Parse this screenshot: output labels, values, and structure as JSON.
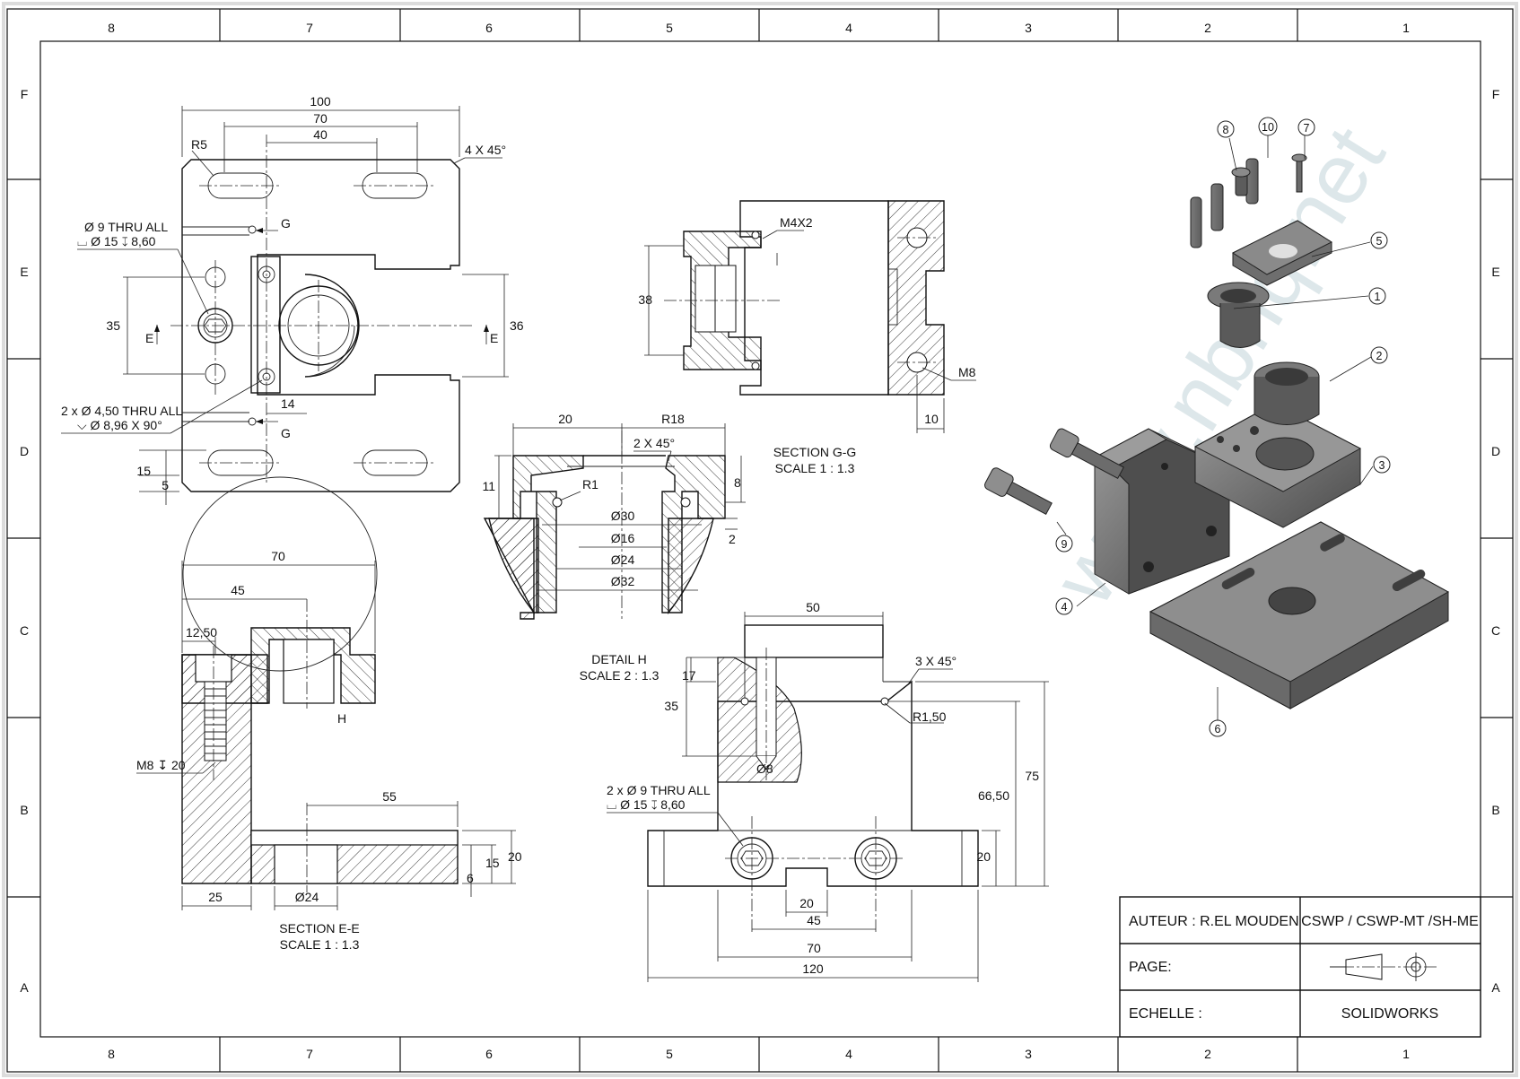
{
  "border": {
    "columns": [
      "8",
      "7",
      "6",
      "5",
      "4",
      "3",
      "2",
      "1"
    ],
    "rows": [
      "F",
      "E",
      "D",
      "C",
      "B",
      "A"
    ]
  },
  "watermark": "www.nbnq.net",
  "top_view": {
    "dims": {
      "w100": "100",
      "w70": "70",
      "w40": "40",
      "r5": "R5",
      "chamfer": "4 X 45°",
      "h35": "35",
      "h36": "36",
      "h14": "14",
      "h15": "15",
      "h5": "5"
    },
    "callout_hole_a": "Ø 9 THRU ALL",
    "callout_hole_b": "⌴ Ø 15 ↧ 8,60",
    "callout_csk_a": "2 x Ø 4,50 THRU ALL",
    "callout_csk_b": "⌵ Ø 8,96 X 90°",
    "cut_g": "G",
    "cut_e": "E"
  },
  "section_gg": {
    "title": "SECTION G-G",
    "scale": "SCALE 1 : 1.3",
    "dims": {
      "m4": "M4X2",
      "h38": "38",
      "m8": "M8",
      "w10": "10"
    }
  },
  "detail_h": {
    "title": "DETAIL H",
    "scale": "SCALE 2 : 1.3",
    "dims": {
      "w20": "20",
      "r18": "R18",
      "chamfer": "2 X 45°",
      "r1": "R1",
      "h11": "11",
      "h8": "8",
      "h2": "2",
      "d30": "Ø30",
      "d16": "Ø16",
      "d24": "Ø24",
      "d32": "Ø32"
    }
  },
  "section_ee": {
    "title": "SECTION E-E",
    "scale": "SCALE 1 : 1.3",
    "dims": {
      "w70": "70",
      "w45": "45",
      "w12": "12,50",
      "m8": "M8 ↧ 20",
      "w55": "55",
      "h20": "20",
      "h15": "15",
      "h6": "6",
      "w25": "25",
      "d24": "Ø24",
      "h": "H"
    }
  },
  "front_view": {
    "dims": {
      "w50": "50",
      "chamfer": "3 X 45°",
      "h17": "17",
      "h35": "35",
      "r150": "R1,50",
      "d8": "Ø8",
      "h75": "75",
      "h6650": "66,50",
      "h20": "20",
      "w20": "20",
      "w45": "45",
      "w70": "70",
      "w120": "120"
    },
    "callout_a": "2 x Ø 9 THRU ALL",
    "callout_b": "⌴ Ø 15 ↧ 8,60"
  },
  "balloons": [
    "1",
    "2",
    "3",
    "4",
    "5",
    "6",
    "7",
    "8",
    "9",
    "10"
  ],
  "title_block": {
    "author": "AUTEUR :  R.EL MOUDEN",
    "cert": "CSWP / CSWP-MT /SH-ME",
    "page": "PAGE:",
    "scale": "ECHELLE :",
    "software": "SOLIDWORKS"
  }
}
